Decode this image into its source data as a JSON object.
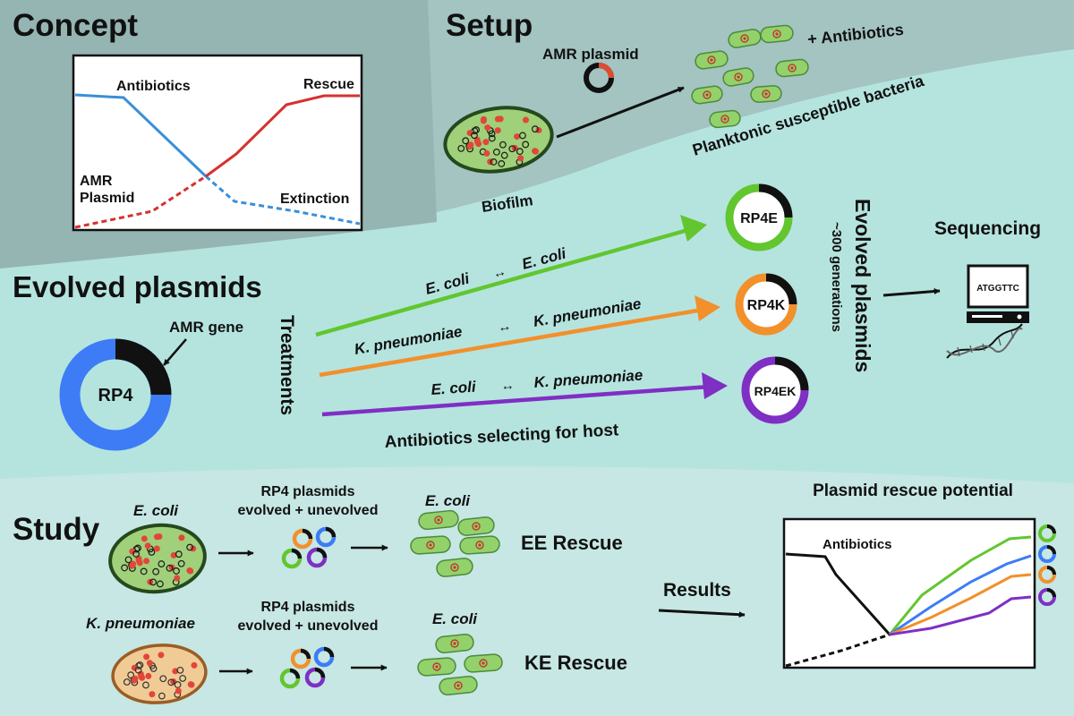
{
  "colors": {
    "bg_top": "#94b5b2",
    "bg_setup": "#a3c4c1",
    "bg_middle": "#b5e4df",
    "bg_study": "#c6e7e4",
    "blue": "#3a8fd8",
    "red": "#d6312f",
    "green": "#62c62f",
    "orange": "#f2902c",
    "purple": "#7f2fc4",
    "rp4_blue": "#3d7cf5",
    "cell_fill": "#93d16b",
    "cell_edge": "#4c8a3b",
    "biofilm_fill": "#a0d07a",
    "biofilm_edge": "#25481d",
    "kp_fill": "#f0cb95",
    "kp_edge": "#9a5d24"
  },
  "concept": {
    "heading": "Concept",
    "label_antibiotics": "Antibiotics",
    "label_rescue": "Rescue",
    "label_amr_line1": "AMR",
    "label_amr_line2": "Plasmid",
    "label_extinction": "Extinction"
  },
  "setup": {
    "heading": "Setup",
    "amr_plasmid_label": "AMR plasmid",
    "antibiotics_label": "+ Antibiotics",
    "planktonic_label": "Planktonic susceptible bacteria",
    "biofilm_label": "Biofilm"
  },
  "evolved": {
    "heading": "Evolved plasmids",
    "amr_gene_label": "AMR gene",
    "rp4_label": "RP4",
    "treatments_label": "Treatments",
    "treatment_green_a": "E. coli",
    "treatment_green_b": "E. coli",
    "treatment_orange_a": "K. pneumoniae",
    "treatment_orange_b": "K. pneumoniae",
    "treatment_purple_a": "E. coli",
    "treatment_purple_b": "K. pneumoniae",
    "exchange_symbol": "↔",
    "host_selection_label": "Antibiotics selecting for host",
    "plasmid_e": "RP4E",
    "plasmid_k": "RP4K",
    "plasmid_ek": "RP4EK",
    "evolved_plasmids_label": "Evolved plasmids",
    "generations_label": "~300 generations",
    "sequencing_label": "Sequencing",
    "sequence_text": "ATGGTTC"
  },
  "study": {
    "heading": "Study",
    "row1_host": "E. coli",
    "row1_plasmids_line1": "RP4 plasmids",
    "row1_plasmids_line2": "evolved + unevolved",
    "row1_recipient": "E. coli",
    "row1_result": "EE Rescue",
    "row2_host": "K. pneumoniae",
    "row2_plasmids_line1": "RP4 plasmids",
    "row2_plasmids_line2": "evolved + unevolved",
    "row2_recipient": "E. coli",
    "row2_result": "KE Rescue",
    "results_label": "Results",
    "rescue_title": "Plasmid rescue potential",
    "rescue_antibiotics_label": "Antibiotics"
  }
}
